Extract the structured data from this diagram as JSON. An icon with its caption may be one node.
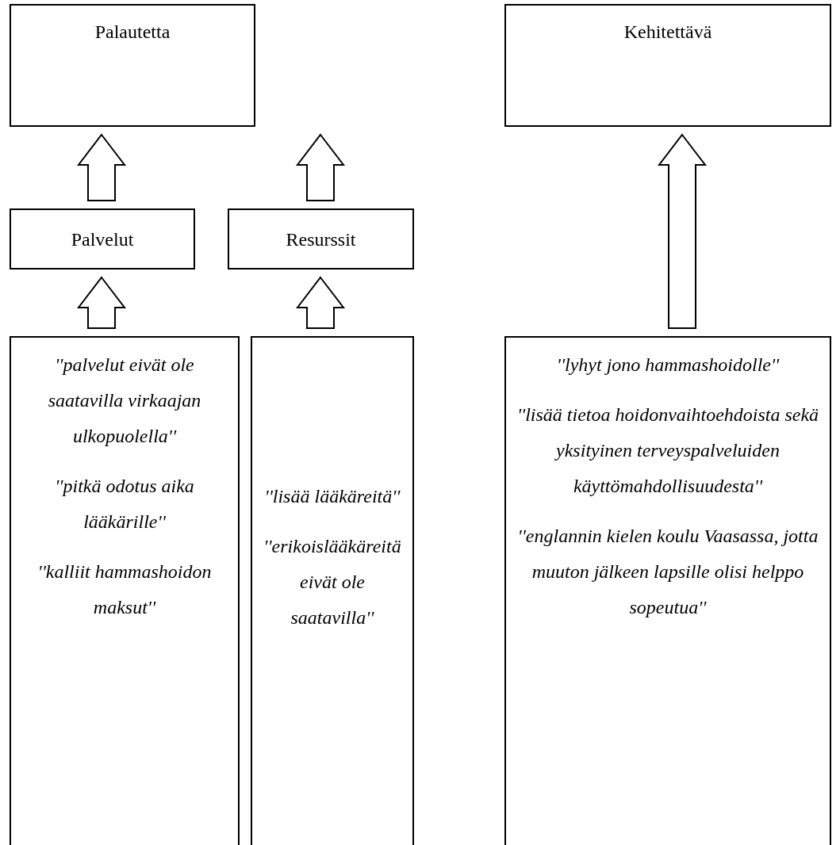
{
  "diagram": {
    "nodes": [
      {
        "text": [
          "Palautetta"
        ]
      },
      {
        "text": [
          "Kehitettävä"
        ]
      },
      {
        "text": [
          "Palvelut"
        ]
      },
      {
        "text": [
          "Resurssit"
        ]
      },
      {
        "text": [
          "''palvelut eivät ole saatavilla virkaajan ulkopuolella''",
          "''pitkä odotus aika lääkärille''",
          "''kalliit hammashoidon maksut''"
        ]
      },
      {
        "text": [
          "''lisää lääkäreitä''",
          "''erikoislääkäreitä eivät ole saatavilla''"
        ]
      },
      {
        "text": [
          "''lyhyt jono hammashoidolle''",
          "''lisää tietoa hoidonvaihtoehdoista sekä yksityinen terveyspalveluiden käyttömahdollisuudesta''",
          "''englannin kielen koulu Vaasassa, jotta muuton jälkeen lapsille olisi helppo sopeutua''"
        ]
      }
    ],
    "edges": [
      {
        "from": 2,
        "to": 0,
        "arrow": "to"
      },
      {
        "from": 3,
        "to": 0,
        "arrow": "to"
      },
      {
        "from": 4,
        "to": 2,
        "arrow": "to"
      },
      {
        "from": 5,
        "to": 3,
        "arrow": "to"
      },
      {
        "from": 6,
        "to": 1,
        "arrow": "to"
      }
    ]
  }
}
